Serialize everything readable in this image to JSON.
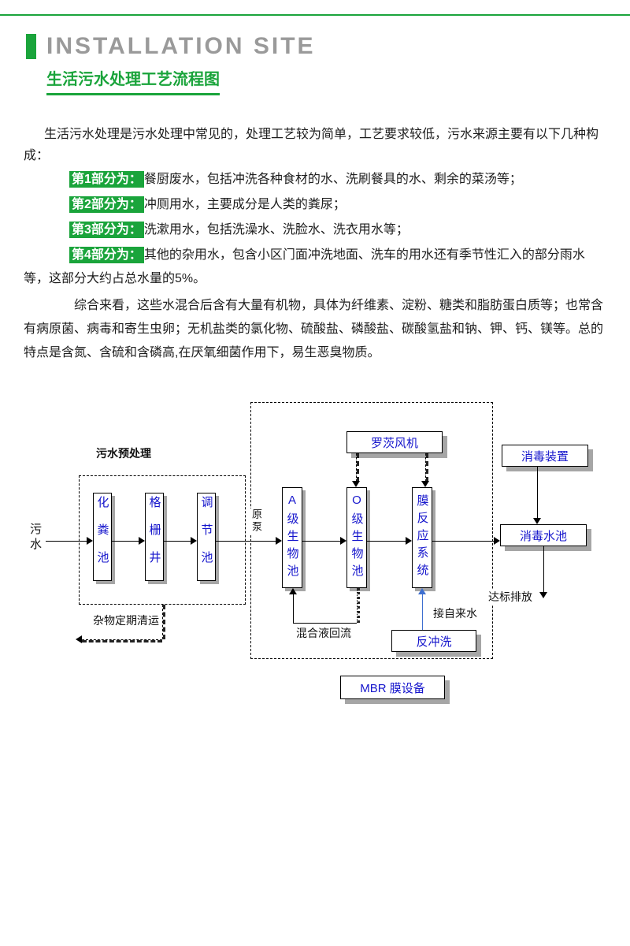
{
  "colors": {
    "accent_green": "#1aa43b",
    "title_gray": "#9a9a9a",
    "diagram_text_blue": "#1515cc",
    "tap_line_blue": "#3e6fd0",
    "box_shadow_gray": "#a6a6a6"
  },
  "header": {
    "title": "INSTALLATION SITE",
    "subtitle": "生活污水处理工艺流程图"
  },
  "intro": {
    "paragraph1": "生活污水处理是污水处理中常见的，处理工艺较为简单，工艺要求较低，污水来源主要有以下几种构成：",
    "parts": [
      {
        "label": "第1部分为：",
        "text": "餐厨废水，包括冲洗各种食材的水、洗刷餐具的水、剩余的菜汤等；"
      },
      {
        "label": "第2部分为：",
        "text": "冲厕用水，主要成分是人类的粪尿；"
      },
      {
        "label": "第3部分为：",
        "text": "洗漱用水，包括洗澡水、洗脸水、洗衣用水等；"
      },
      {
        "label": "第4部分为：",
        "text": "其他的杂用水，包含小区门面冲洗地面、洗车的用水还有季节性汇入的部分雨水等，这部分大约占总水量的5%。"
      }
    ],
    "paragraph2": "综合来看，这些水混合后含有大量有机物，具体为纤维素、淀粉、糖类和脂肪蛋白质等；也常含有病原菌、病毒和寄生虫卵；无机盐类的氯化物、硫酸盐、磷酸盐、碳酸氢盐和钠、钾、钙、镁等。总的特点是含氮、含硫和含磷高,在厌氧细菌作用下，易生恶臭物质。"
  },
  "diagram": {
    "influent": "污水",
    "pump": "原泵",
    "pretreatment": {
      "title": "污水预处理",
      "tanks": [
        "化粪池",
        "格栅井",
        "调节池"
      ],
      "waste_removal": "杂物定期清运"
    },
    "bio": {
      "blower": "罗茨风机",
      "tank_a": "A级生物池",
      "tank_o": "O级生物池",
      "membrane": "膜反应系统",
      "recycle": "混合液回流",
      "backwash": "反冲洗",
      "tap_water": "接自来水"
    },
    "disinfection_device": "消毒装置",
    "disinfection_tank": "消毒水池",
    "discharge": "达标排放",
    "mbr": "MBR 膜设备"
  }
}
